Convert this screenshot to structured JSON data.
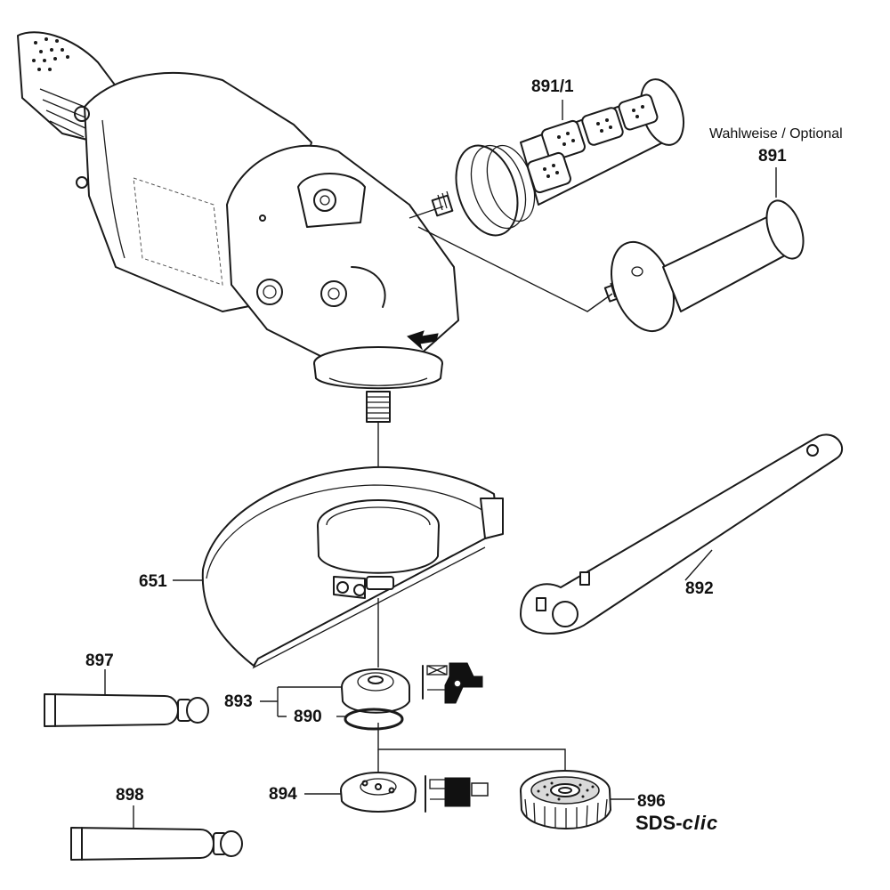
{
  "labels": {
    "p891_1": "891/1",
    "optional": "Wahlweise / Optional",
    "p891": "891",
    "p651": "651",
    "p892": "892",
    "p897": "897",
    "p893": "893",
    "p890": "890",
    "p898": "898",
    "p894": "894",
    "p896": "896",
    "sds": "SDS-",
    "clic": "clic"
  },
  "icons": {
    "grinder": "angle-grinder-body-icon",
    "handle_grip": "soft-grip-handle-icon",
    "handle_std": "side-handle-icon",
    "guard": "wheel-guard-icon",
    "spanner": "pin-spanner-icon",
    "flange": "mounting-flange-icon",
    "oring": "o-ring-icon",
    "locknut": "clamping-nut-icon",
    "quicknut": "sds-quick-nut-icon",
    "tube": "grease-tube-icon",
    "pictogram": "mounting-pictogram-icon"
  }
}
